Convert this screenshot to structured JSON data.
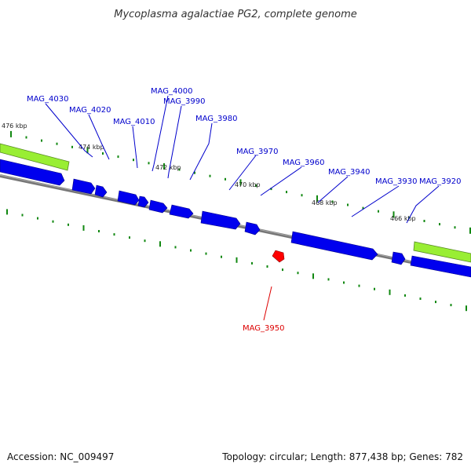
{
  "title": "Mycoplasma agalactiae PG2, complete genome",
  "footer": {
    "accession": "Accession: NC_009497",
    "summary": "Topology: circular; Length: 877,438 bp; Genes: 782"
  },
  "colors": {
    "forward_gene": "#0000ee",
    "reverse_gene": "#ff0000",
    "region_bar": "#99ee33",
    "backbone": "#777777",
    "tick": "#118811",
    "label_forward": "#0000cc",
    "label_reverse": "#dd0000"
  },
  "scale": {
    "ticks": [
      {
        "label": "476 kbp"
      },
      {
        "label": "474 kbp"
      },
      {
        "label": "472 kbp"
      },
      {
        "label": "470 kbp"
      },
      {
        "label": "468 kbp"
      },
      {
        "label": "466 kbp"
      }
    ]
  },
  "gene_labels": [
    {
      "name": "MAG_4030",
      "strand": "forward"
    },
    {
      "name": "MAG_4020",
      "strand": "forward"
    },
    {
      "name": "MAG_4010",
      "strand": "forward"
    },
    {
      "name": "MAG_4000",
      "strand": "forward"
    },
    {
      "name": "MAG_3990",
      "strand": "forward"
    },
    {
      "name": "MAG_3980",
      "strand": "forward"
    },
    {
      "name": "MAG_3970",
      "strand": "forward"
    },
    {
      "name": "MAG_3960",
      "strand": "forward"
    },
    {
      "name": "MAG_3940",
      "strand": "forward"
    },
    {
      "name": "MAG_3930",
      "strand": "forward"
    },
    {
      "name": "MAG_3920",
      "strand": "forward"
    },
    {
      "name": "MAG_3950",
      "strand": "reverse"
    }
  ]
}
